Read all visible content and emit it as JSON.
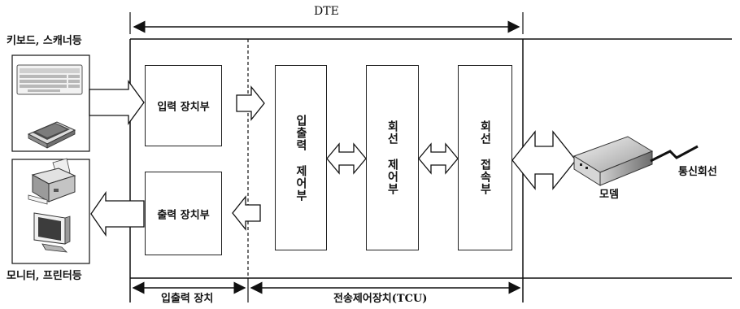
{
  "dte_label": "DTE",
  "peripherals": {
    "input_devices_label": "키보드, 스캐너등",
    "output_devices_label": "모니터, 프린터등"
  },
  "units": {
    "input_unit": "입력 장치부",
    "output_unit": "출력 장치부",
    "io_control": "입출력 제어부",
    "line_control": "회선 제어부",
    "line_connect": "회선 접속부"
  },
  "bottom_labels": {
    "io_device": "입출력 장치",
    "tcu": "전송제어장치(TCU)"
  },
  "modem_label": "모뎀",
  "line_label": "통신회선"
}
